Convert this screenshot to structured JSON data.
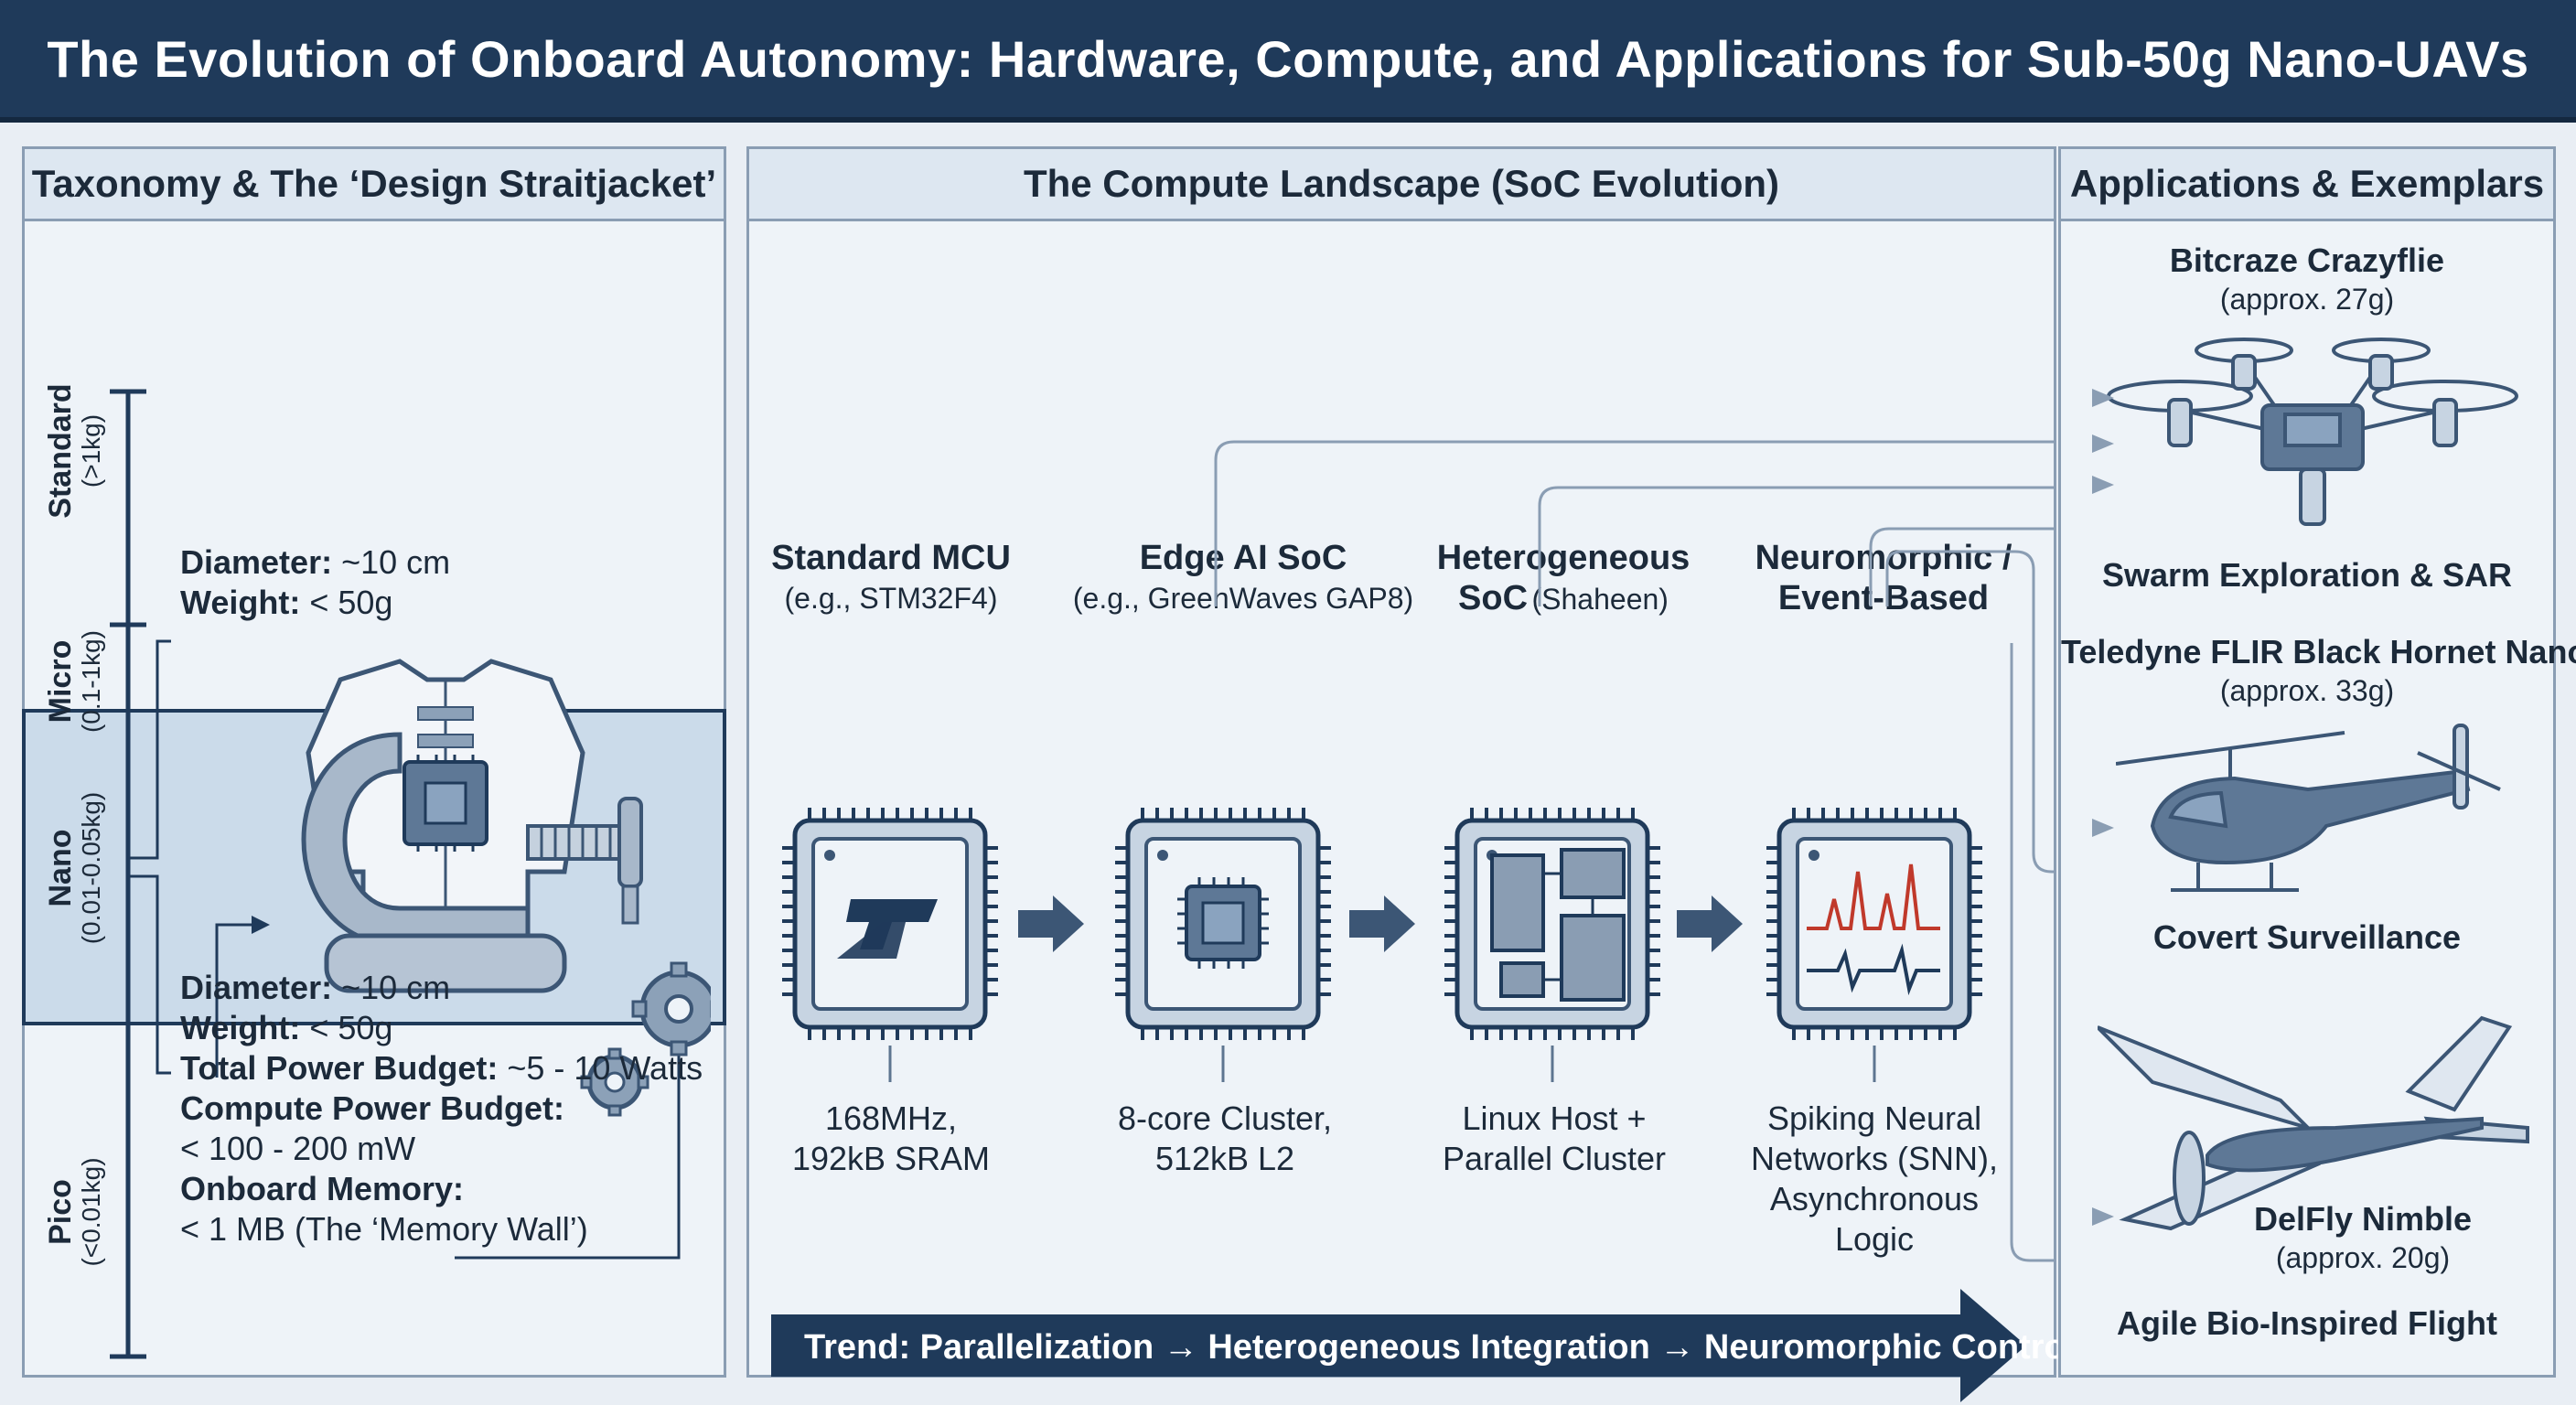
{
  "title": "The Evolution of Onboard Autonomy: Hardware, Compute, and Applications for Sub-50g Nano-UAVs",
  "colors": {
    "header_bg": "#1f3a5a",
    "accent": "#1f3a5a",
    "panel_bg": "#eef3f8",
    "highlight": "#cbdbea",
    "signal_red": "#c0392b"
  },
  "taxonomy": {
    "heading": "Taxonomy & The ‘Design Straitjacket’",
    "classes": [
      {
        "name": "Standard",
        "range": "(>1kg)"
      },
      {
        "name": "Micro",
        "range": "(0.1-1kg)"
      },
      {
        "name": "Nano",
        "range": "(0.01-0.05kg)"
      },
      {
        "name": "Pico",
        "range": "(<0.01kg)"
      }
    ],
    "upper_specs": {
      "diameter_label": "Diameter:",
      "diameter_value": " ~10 cm",
      "weight_label": "Weight:",
      "weight_value": " < 50g"
    },
    "lower_specs": {
      "diameter_label": "Diameter:",
      "diameter_value": " ~10 cm",
      "weight_label": "Weight:",
      "weight_value": " < 50g",
      "power_label": "Total Power Budget:",
      "power_value": " ~5 - 10 Watts",
      "compute_label": "Compute Power Budget:",
      "compute_value": "< 100 - 200 mW",
      "memory_label": "Onboard Memory:",
      "memory_value": "< 1 MB (The ‘Memory Wall’)"
    }
  },
  "compute": {
    "heading": "The Compute Landscape (SoC Evolution)",
    "chips": [
      {
        "title1": "Standard MCU",
        "title2": "",
        "sub": "(e.g., STM32F4)",
        "specs": [
          "168MHz,",
          "192kB SRAM"
        ],
        "logo": "ST"
      },
      {
        "title1": "Edge AI SoC",
        "title2": "",
        "sub": "(e.g., GreenWaves GAP8)",
        "specs": [
          "8-core Cluster,",
          "512kB L2"
        ]
      },
      {
        "title1": "Heterogeneous",
        "title2": "SoC",
        "sub": "(Shaheen)",
        "specs": [
          "Linux Host +",
          "Parallel Cluster"
        ]
      },
      {
        "title1": "Neuromorphic /",
        "title2": "Event-Based",
        "sub": "",
        "specs": [
          "Spiking Neural",
          "Networks (SNN),",
          "Asynchronous",
          "Logic"
        ]
      }
    ],
    "trend": "Trend: Parallelization → Heterogeneous Integration → Neuromorphic Control"
  },
  "applications": {
    "heading": "Applications & Exemplars",
    "items": [
      {
        "name": "Bitcraze Crazyflie",
        "weight": "(approx. 27g)",
        "use": "Swarm Exploration & SAR",
        "icon": "quadcopter-icon"
      },
      {
        "name": "Teledyne FLIR Black Hornet Nano",
        "weight": "(approx. 33g)",
        "use": "Covert Surveillance",
        "icon": "helicopter-icon"
      },
      {
        "name": "DelFly Nimble",
        "weight": "(approx. 20g)",
        "use": "Agile Bio-Inspired Flight",
        "icon": "flapping-wing-icon"
      }
    ]
  }
}
